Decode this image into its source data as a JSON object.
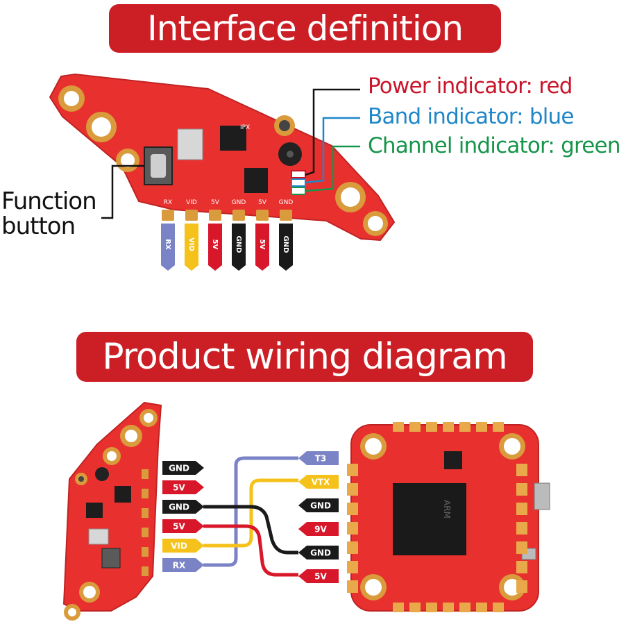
{
  "titles": {
    "interface": "Interface definition",
    "wiring": "Product wiring diagram"
  },
  "indicators": {
    "power": "Power indicator: red",
    "band": "Band indicator: blue",
    "channel": "Channel indicator: green"
  },
  "function_button": {
    "line1": "Function",
    "line2": "button"
  },
  "board_pad_labels": [
    "RX",
    "VID",
    "5V",
    "GND",
    "5V",
    "GND"
  ],
  "pin_tabs": [
    {
      "label": "RX",
      "color": "#7a83c6"
    },
    {
      "label": "VID",
      "color": "#f4c21a"
    },
    {
      "label": "5V",
      "color": "#d8182a"
    },
    {
      "label": "GND",
      "color": "#1a1a1a"
    },
    {
      "label": "5V",
      "color": "#d8182a"
    },
    {
      "label": "GND",
      "color": "#1a1a1a"
    }
  ],
  "vtx_pins": [
    {
      "label": "GND",
      "color": "#1a1a1a"
    },
    {
      "label": "5V",
      "color": "#d8182a"
    },
    {
      "label": "GND",
      "color": "#1a1a1a"
    },
    {
      "label": "5V",
      "color": "#d8182a"
    },
    {
      "label": "VID",
      "color": "#f4c21a"
    },
    {
      "label": "RX",
      "color": "#7a83c6"
    }
  ],
  "fc_pins": [
    {
      "label": "T3",
      "color": "#7a83c6"
    },
    {
      "label": "VTX",
      "color": "#f4c21a"
    },
    {
      "label": "GND",
      "color": "#1a1a1a"
    },
    {
      "label": "9V",
      "color": "#d8182a"
    },
    {
      "label": "GND",
      "color": "#1a1a1a"
    },
    {
      "label": "5V",
      "color": "#d8182a"
    }
  ],
  "chip_markings": {
    "main_chip": "ARM",
    "board_top": "IPX"
  },
  "colors": {
    "banner": "#cc1e25",
    "pcb": "#e8312f",
    "pcb_dark": "#b71c1c",
    "power": "#c9142b",
    "band": "#1f87c9",
    "channel": "#16944a"
  }
}
